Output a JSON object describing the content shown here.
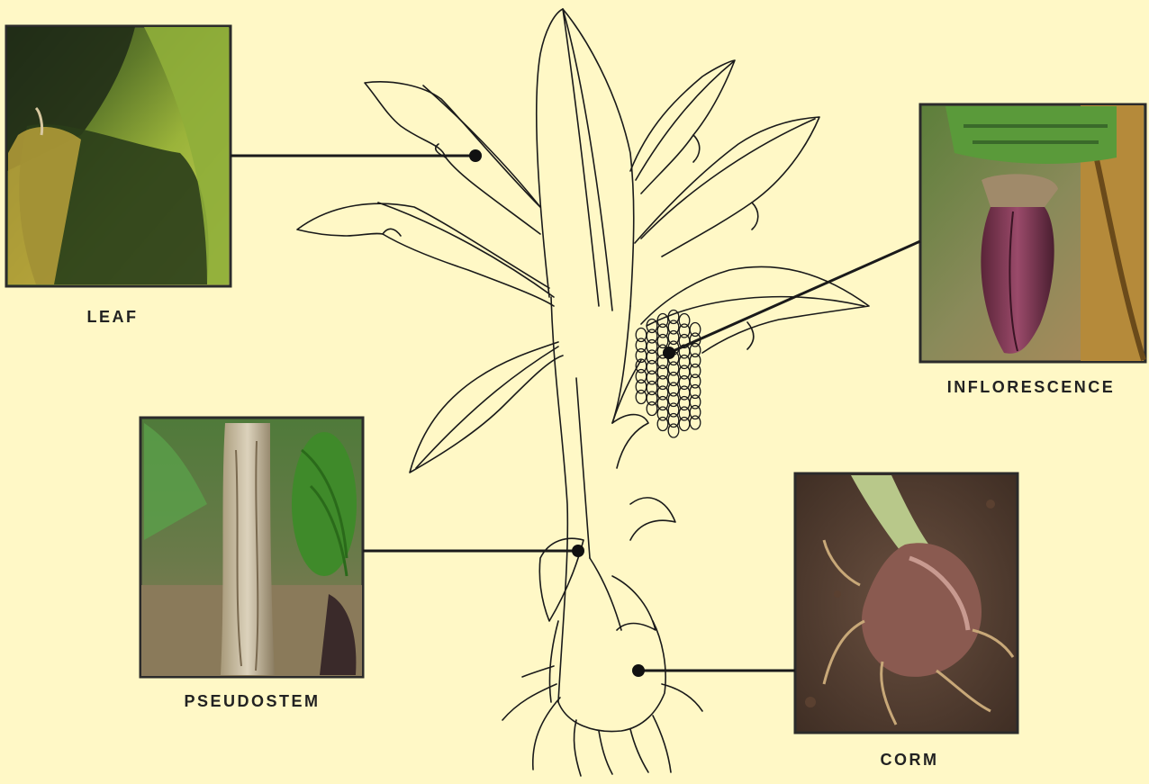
{
  "diagram": {
    "parts": [
      {
        "id": "leaf",
        "label": "LEAF"
      },
      {
        "id": "inflorescence",
        "label": "INFLORESCENCE"
      },
      {
        "id": "pseudostem",
        "label": "PSEUDOSTEM"
      },
      {
        "id": "corm",
        "label": "CORM"
      }
    ]
  },
  "colors": {
    "background": "#fff8c6",
    "line": "#1a1a1a",
    "frame": "#2b2b2b"
  }
}
